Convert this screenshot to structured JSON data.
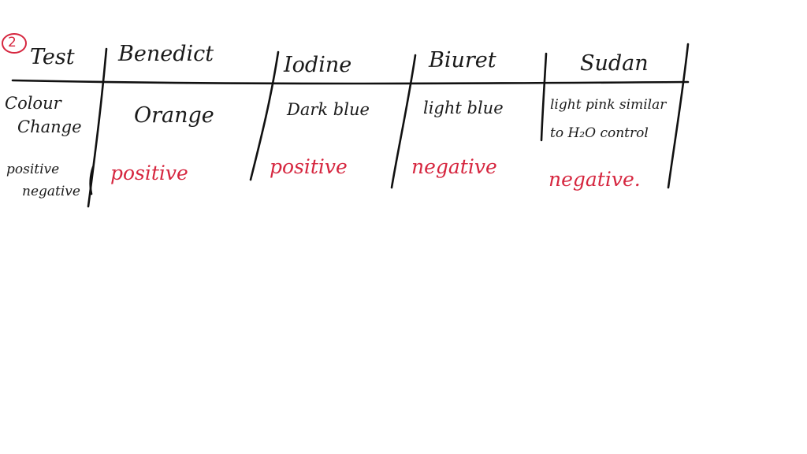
{
  "question_number": "2",
  "ink_colors": {
    "text": "#1a1a1a",
    "result": "#d6263f"
  },
  "table": {
    "header": {
      "label": "Test",
      "columns": [
        "Benedict",
        "Iodine",
        "Biuret",
        "Sudan"
      ]
    },
    "rows": [
      {
        "label": [
          "Colour",
          "Change"
        ],
        "cells": [
          "Orange",
          "Dark blue",
          "light blue",
          [
            "light pink similar",
            "to H₂O control"
          ]
        ]
      },
      {
        "label": [
          "positive",
          "negative"
        ],
        "cells": [
          "positive",
          "positive",
          "negative",
          "negative."
        ]
      }
    ]
  }
}
